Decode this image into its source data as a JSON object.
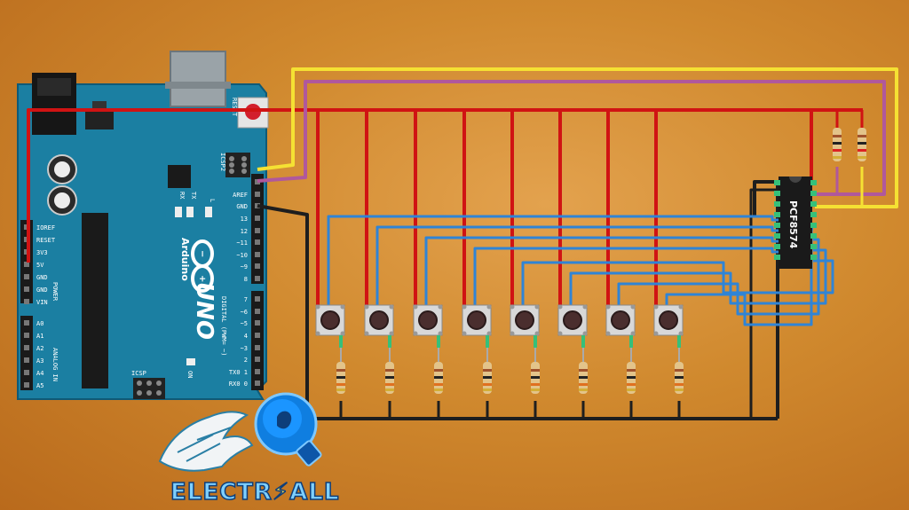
{
  "board": {
    "reset": "RESET",
    "icsp2": "ICSP2",
    "tx": "TX",
    "rx": "RX",
    "l": "L",
    "aref": "AREF",
    "gnd": "GND",
    "brand": "Arduino",
    "model": "UNO",
    "icsp": "ICSP",
    "on": "ON",
    "digital": "DIGITAL (PWM= ~)",
    "power": "POWER",
    "analog": "ANALOG IN",
    "power_pins": [
      "IOREF",
      "RESET",
      "3V3",
      "5V",
      "GND",
      "GND",
      "VIN"
    ],
    "analog_pins": [
      "A0",
      "A1",
      "A2",
      "A3",
      "A4",
      "A5"
    ],
    "digital_pins": [
      "13",
      "12",
      "~11",
      "~10",
      "~9",
      "8",
      "7",
      "~6",
      "~5",
      "4",
      "~3",
      "2",
      "TX0 1",
      "RX0 0"
    ]
  },
  "chip": {
    "label": "PCF8574"
  },
  "logo": {
    "text": "ELECTR",
    "text_suffix": "ALL"
  },
  "colors": {
    "sda": "#f5e133",
    "scl": "#b0589c",
    "vcc": "#d01313",
    "gnd": "#1e1e1e",
    "signal": "#2f84d6",
    "board": "#1b7fa2"
  },
  "buttons": {
    "count": 8
  }
}
